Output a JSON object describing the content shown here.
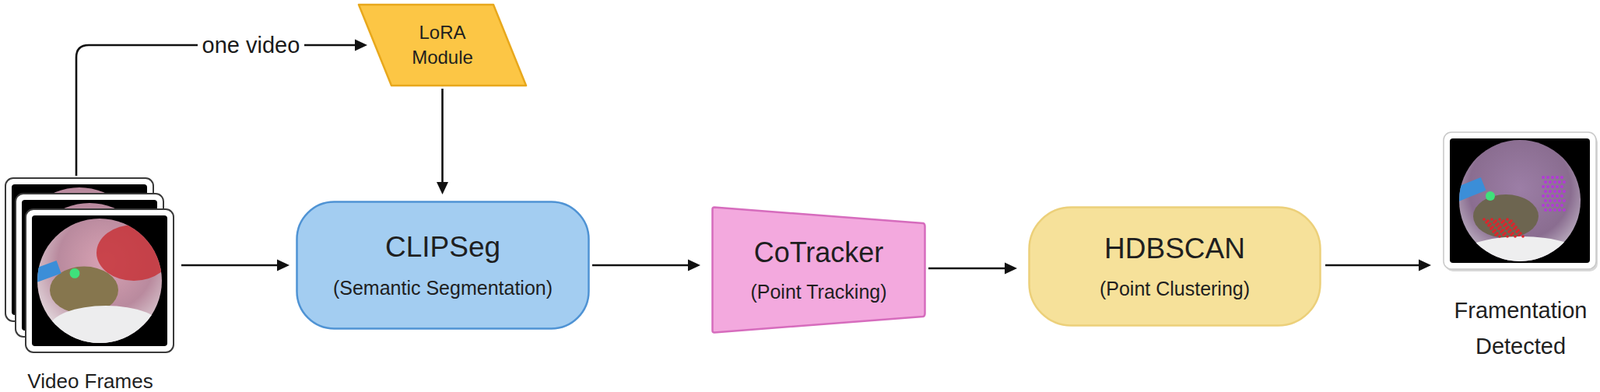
{
  "diagram": {
    "nodes": [
      {
        "text": [
          "Video Frames"
        ]
      },
      {
        "text": [
          "LoRA Module"
        ]
      },
      {
        "text": [
          "CLIPSeg",
          "(Semantic Segmentation)"
        ]
      },
      {
        "text": [
          "CoTracker",
          "(Point Tracking)"
        ]
      },
      {
        "text": [
          "HDBSCAN",
          "(Point Clustering)"
        ]
      },
      {
        "text": [
          "Framentation Detected"
        ]
      }
    ],
    "edges": [
      {
        "from": 0,
        "to": 1,
        "label": "one video",
        "arrow": "to"
      },
      {
        "from": 1,
        "to": 2,
        "arrow": "to"
      },
      {
        "from": 0,
        "to": 2,
        "arrow": "to"
      },
      {
        "from": 2,
        "to": 3,
        "arrow": "to"
      },
      {
        "from": 3,
        "to": 4,
        "arrow": "to"
      },
      {
        "from": 4,
        "to": 5,
        "arrow": "to"
      }
    ]
  }
}
